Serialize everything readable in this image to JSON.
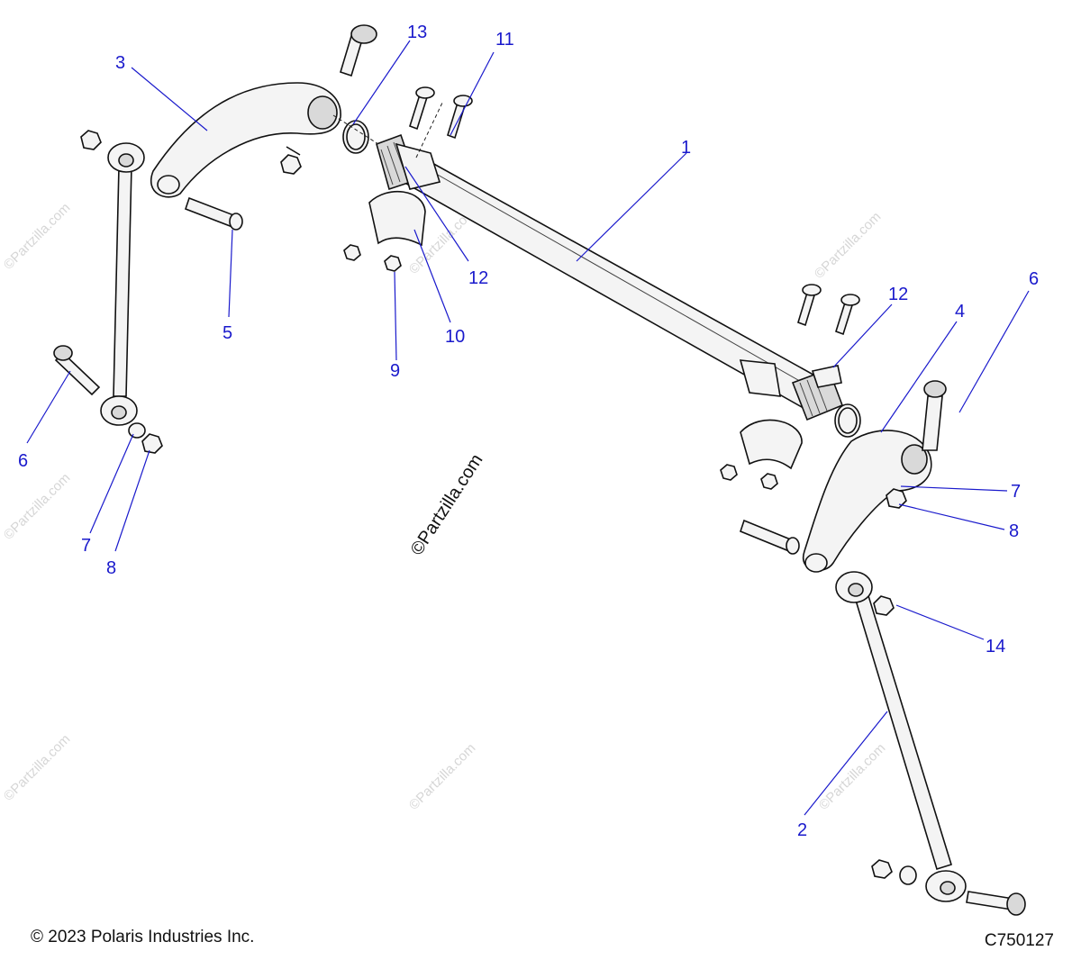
{
  "diagram": {
    "callouts": [
      "1",
      "2",
      "3",
      "4",
      "5",
      "6",
      "6",
      "7",
      "7",
      "8",
      "8",
      "9",
      "10",
      "11",
      "12",
      "12",
      "13",
      "14"
    ],
    "watermark": "©Partzilla.com"
  },
  "footer": {
    "copyright": "© 2023 Polaris Industries Inc.",
    "figure_code": "C750127"
  }
}
